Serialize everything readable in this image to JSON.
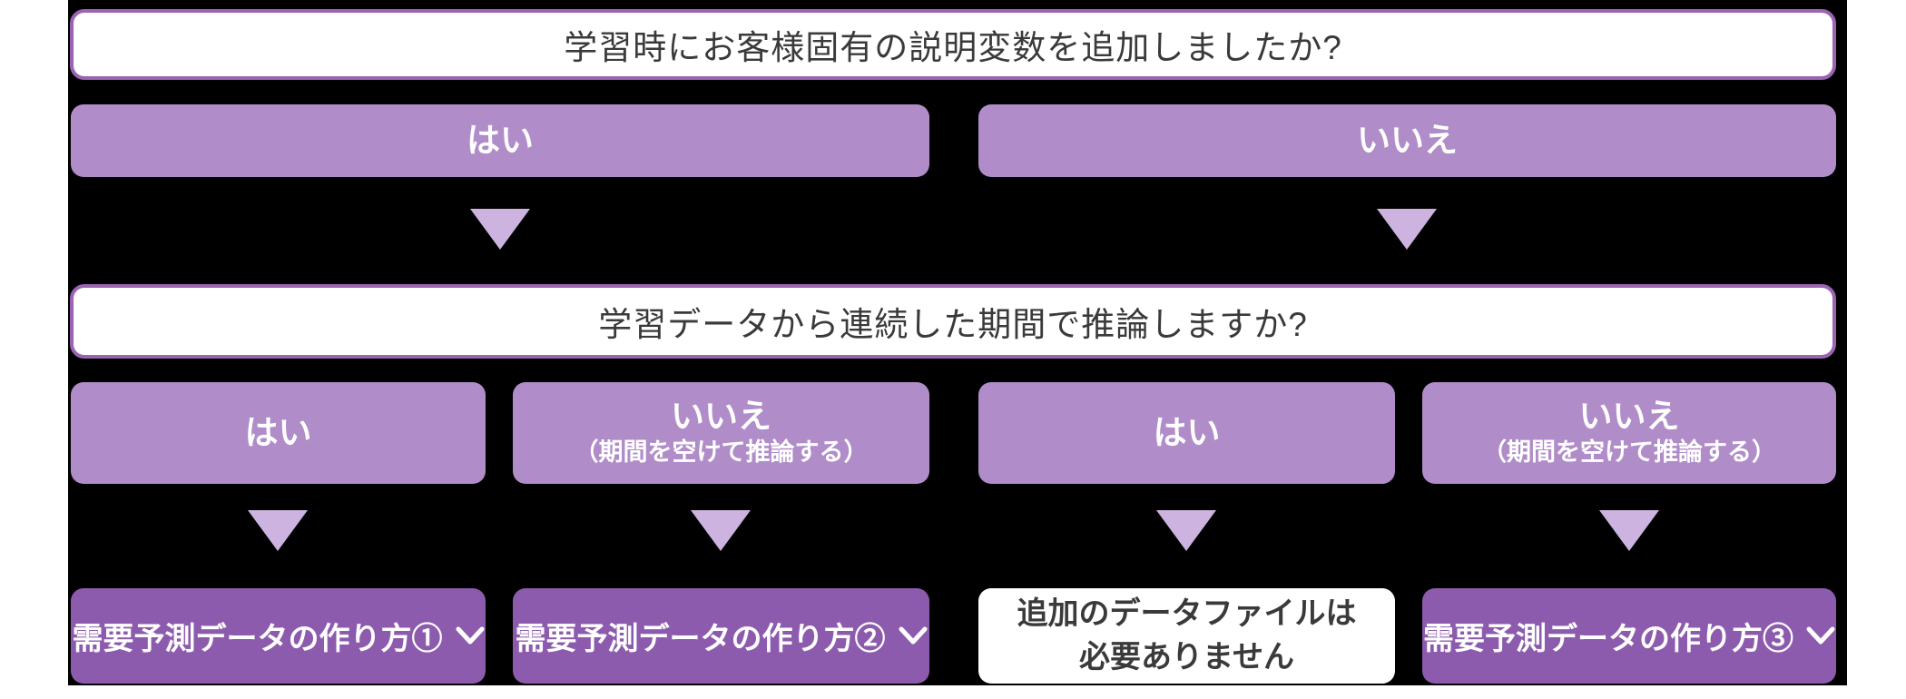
{
  "palette": {
    "page-bg": "#ffffff",
    "board-bg": "#000000",
    "option-fill": "#b08cc9",
    "result-fill": "#8d5bad",
    "question-border": "#9a64b2",
    "arrow-fill": "#cdb3e0",
    "text-dark": "#3a3a3a",
    "text-light": "#ffffff"
  },
  "flow": {
    "question1": "学習時にお客様固有の説明変数を追加しましたか?",
    "level1": [
      {
        "label": "はい"
      },
      {
        "label": "いいえ"
      }
    ],
    "question2": "学習データから連続した期間で推論しますか?",
    "level2": [
      {
        "label": "はい",
        "sublabel": ""
      },
      {
        "label": "いいえ",
        "sublabel": "（期間を空けて推論する）"
      },
      {
        "label": "はい",
        "sublabel": ""
      },
      {
        "label": "いいえ",
        "sublabel": "（期間を空けて推論する）"
      }
    ],
    "results": [
      {
        "label": "需要予測データの作り方①"
      },
      {
        "label": "需要予測データの作り方②"
      },
      {
        "line1": "追加のデータファイルは",
        "line2": "必要ありません"
      },
      {
        "label": "需要予測データの作り方③"
      }
    ]
  }
}
